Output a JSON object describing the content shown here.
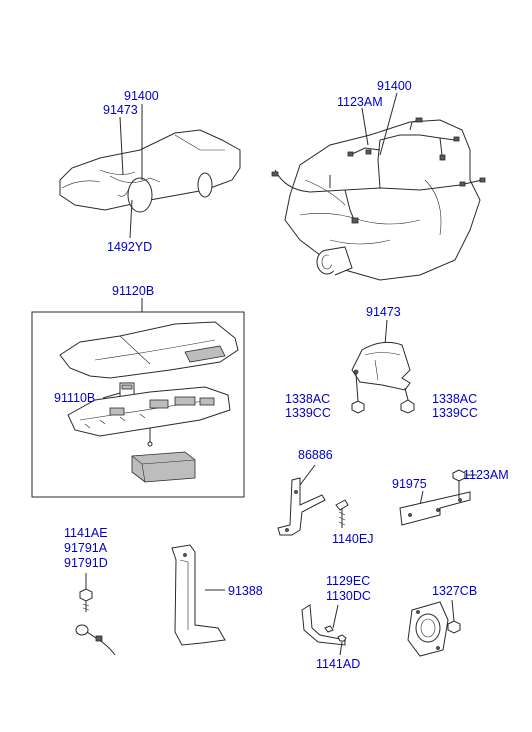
{
  "accent_color": "#0000cc",
  "line_color": "#2a2a2a",
  "labels": {
    "car_harness": "91400",
    "car_clip": "91473",
    "car_grommet": "1492YD",
    "engine_harness": "91400",
    "engine_bolt": "1123AM",
    "junction_box": "91120B",
    "fuse_relay": "91110B",
    "protector": "91473",
    "nut_left_a": "1338AC",
    "nut_left_b": "1339CC",
    "nut_right_a": "1338AC",
    "nut_right_b": "1339CC",
    "bracket_a": "86886",
    "bracket_a_bolt": "1140EJ",
    "bracket_b": "91975",
    "bracket_b_bolt": "1123AM",
    "ground_a": "1141AE",
    "ground_b": "91791A",
    "ground_c": "91791D",
    "bracket_c": "91388",
    "clip_a": "1129EC",
    "clip_b": "1130DC",
    "clip_screw": "1141AD",
    "grommet": "1327CB"
  }
}
